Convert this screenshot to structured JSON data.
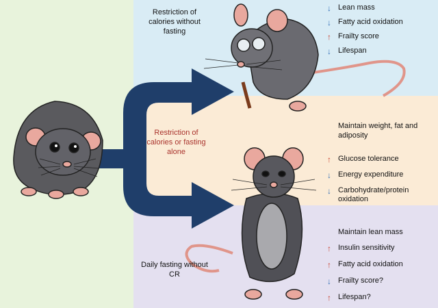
{
  "colors": {
    "left_panel": "#e8f3dc",
    "top_panel": "#d9ecf5",
    "middle_panel": "#fbebd6",
    "bottom_panel": "#e4e0f0",
    "arrow_fill": "#1f3e6a",
    "down_arrow": "#2f6db5",
    "up_arrow": "#c8402e",
    "middle_label_text": "#a9322c"
  },
  "top": {
    "label": "Restriction of calories without fasting",
    "effects": [
      {
        "arrow": "down",
        "symbol": "↓",
        "text": "Lean mass"
      },
      {
        "arrow": "down",
        "symbol": "↓",
        "text": "Fatty acid oxidation"
      },
      {
        "arrow": "up",
        "symbol": "↑",
        "text": "Frailty score"
      },
      {
        "arrow": "down",
        "symbol": "↓",
        "text": "Lifespan"
      }
    ]
  },
  "middle": {
    "label": "Restriction of calories or fasting alone",
    "effects": [
      {
        "arrow": "none",
        "symbol": "",
        "text": "Maintain weight, fat and adiposity"
      },
      {
        "arrow": "up",
        "symbol": "↑",
        "text": "Glucose tolerance"
      },
      {
        "arrow": "down",
        "symbol": "↓",
        "text": "Energy expenditure"
      },
      {
        "arrow": "down",
        "symbol": "↓",
        "text": "Carbohydrate/protein oxidation"
      }
    ]
  },
  "bottom": {
    "label": "Daily fasting without CR",
    "effects": [
      {
        "arrow": "none",
        "symbol": "",
        "text": "Maintain lean mass"
      },
      {
        "arrow": "up",
        "symbol": "↑",
        "text": "Insulin sensitivity"
      },
      {
        "arrow": "up",
        "symbol": "↑",
        "text": "Fatty acid oxidation"
      },
      {
        "arrow": "down",
        "symbol": "↓",
        "text": "Frailty score?"
      },
      {
        "arrow": "up",
        "symbol": "↑",
        "text": "Lifespan?"
      }
    ]
  }
}
